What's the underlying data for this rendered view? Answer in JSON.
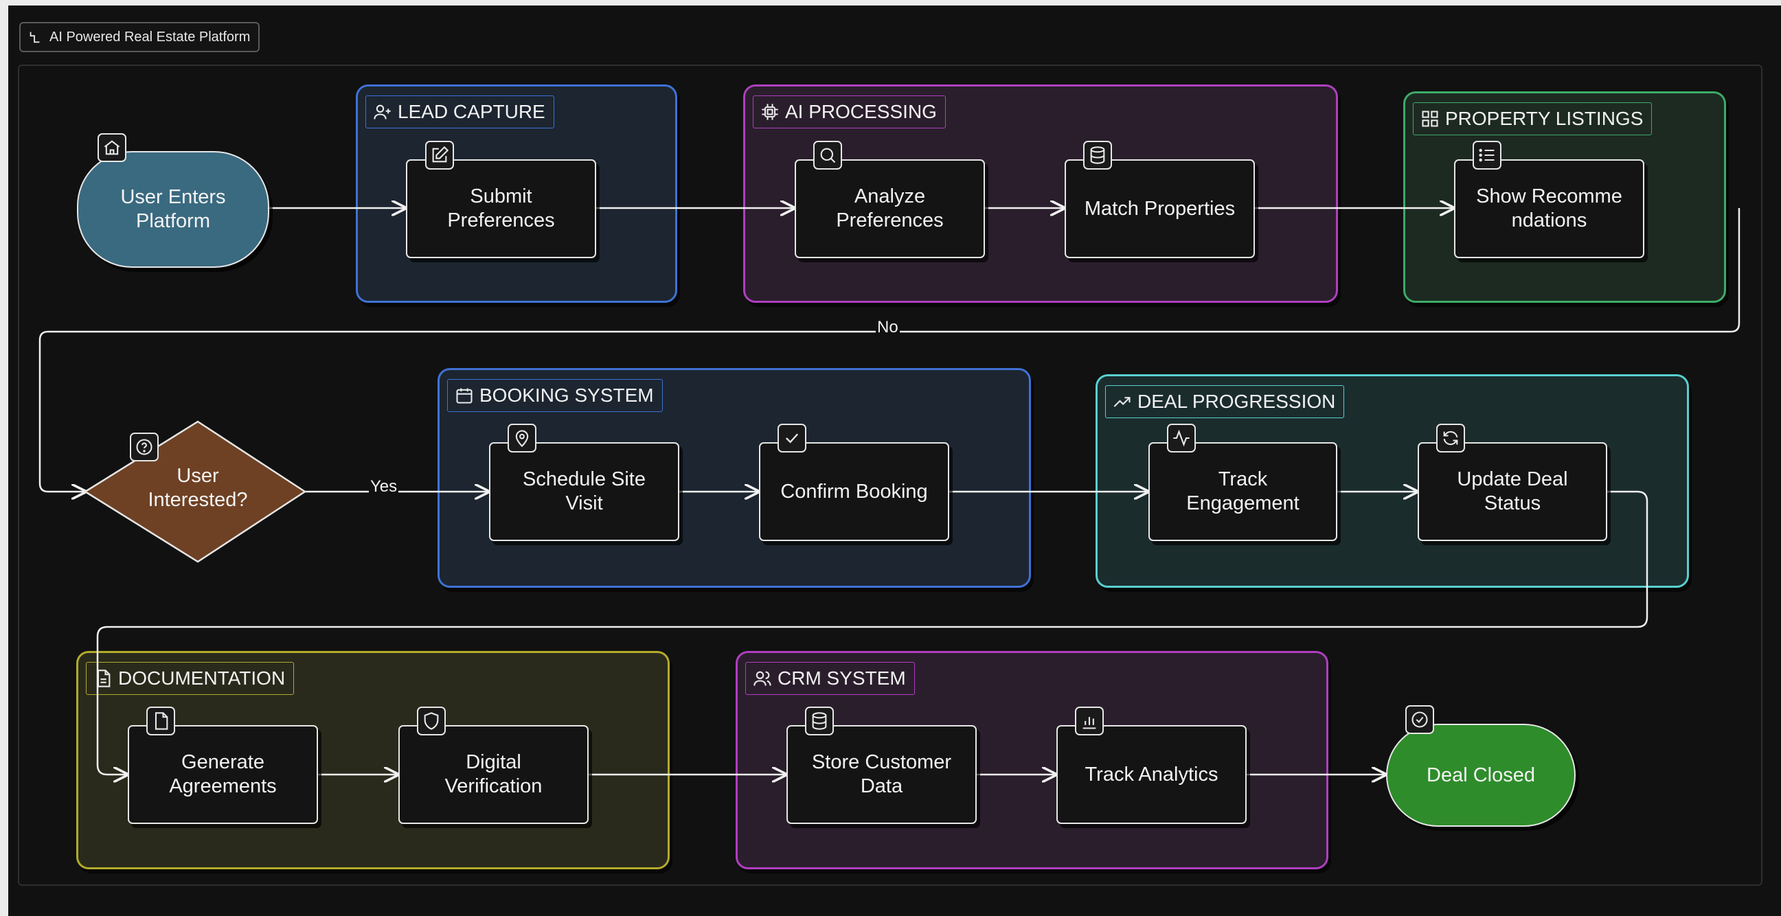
{
  "header": {
    "title": "AI Powered Real Estate Platform"
  },
  "colors": {
    "lead": "#3f72d6",
    "ai": "#b03fc0",
    "listings": "#3dab68",
    "booking": "#3f72d6",
    "deal": "#58d0d0",
    "docs": "#b3ab2a",
    "crm": "#b03fc0",
    "start": "#3a6a80",
    "decision": "#6e4124",
    "end": "#2e8c2b"
  },
  "groups": {
    "lead_capture": "LEAD CAPTURE",
    "ai_processing": "AI PROCESSING",
    "property_listings": "PROPERTY LISTINGS",
    "booking_system": "BOOKING SYSTEM",
    "deal_progression": "DEAL PROGRESSION",
    "documentation": "DOCUMENTATION",
    "crm_system": "CRM SYSTEM"
  },
  "nodes": {
    "user_enters": [
      "User Enters",
      "Platform"
    ],
    "submit_prefs": [
      "Submit",
      "Preferences"
    ],
    "analyze_prefs": [
      "Analyze",
      "Preferences"
    ],
    "match_props": [
      "Match Properties"
    ],
    "show_recs": [
      "Show Recomme",
      "ndations"
    ],
    "user_interested": [
      "User",
      "Interested?"
    ],
    "schedule_visit": [
      "Schedule Site",
      "Visit"
    ],
    "confirm_booking": [
      "Confirm Booking"
    ],
    "track_engagement": [
      "Track",
      "Engagement"
    ],
    "update_deal": [
      "Update Deal",
      "Status"
    ],
    "generate_agreements": [
      "Generate",
      "Agreements"
    ],
    "digital_verification": [
      "Digital",
      "Verification"
    ],
    "store_customer": [
      "Store Customer",
      "Data"
    ],
    "track_analytics": [
      "Track Analytics"
    ],
    "deal_closed": [
      "Deal Closed"
    ]
  },
  "edge_labels": {
    "no": "No",
    "yes": "Yes"
  },
  "icons": {
    "header": "flowchart-icon",
    "user_enters": "home-icon",
    "submit_prefs": "edit-icon",
    "analyze_prefs": "search-icon",
    "match_props": "database-icon",
    "show_recs": "list-icon",
    "user_interested": "help-circle-icon",
    "schedule_visit": "map-pin-icon",
    "confirm_booking": "check-icon",
    "track_engagement": "activity-icon",
    "update_deal": "refresh-icon",
    "generate_agreements": "file-icon",
    "digital_verification": "shield-icon",
    "store_customer": "database-icon",
    "track_analytics": "bar-chart-icon",
    "deal_closed": "check-circle-icon"
  }
}
